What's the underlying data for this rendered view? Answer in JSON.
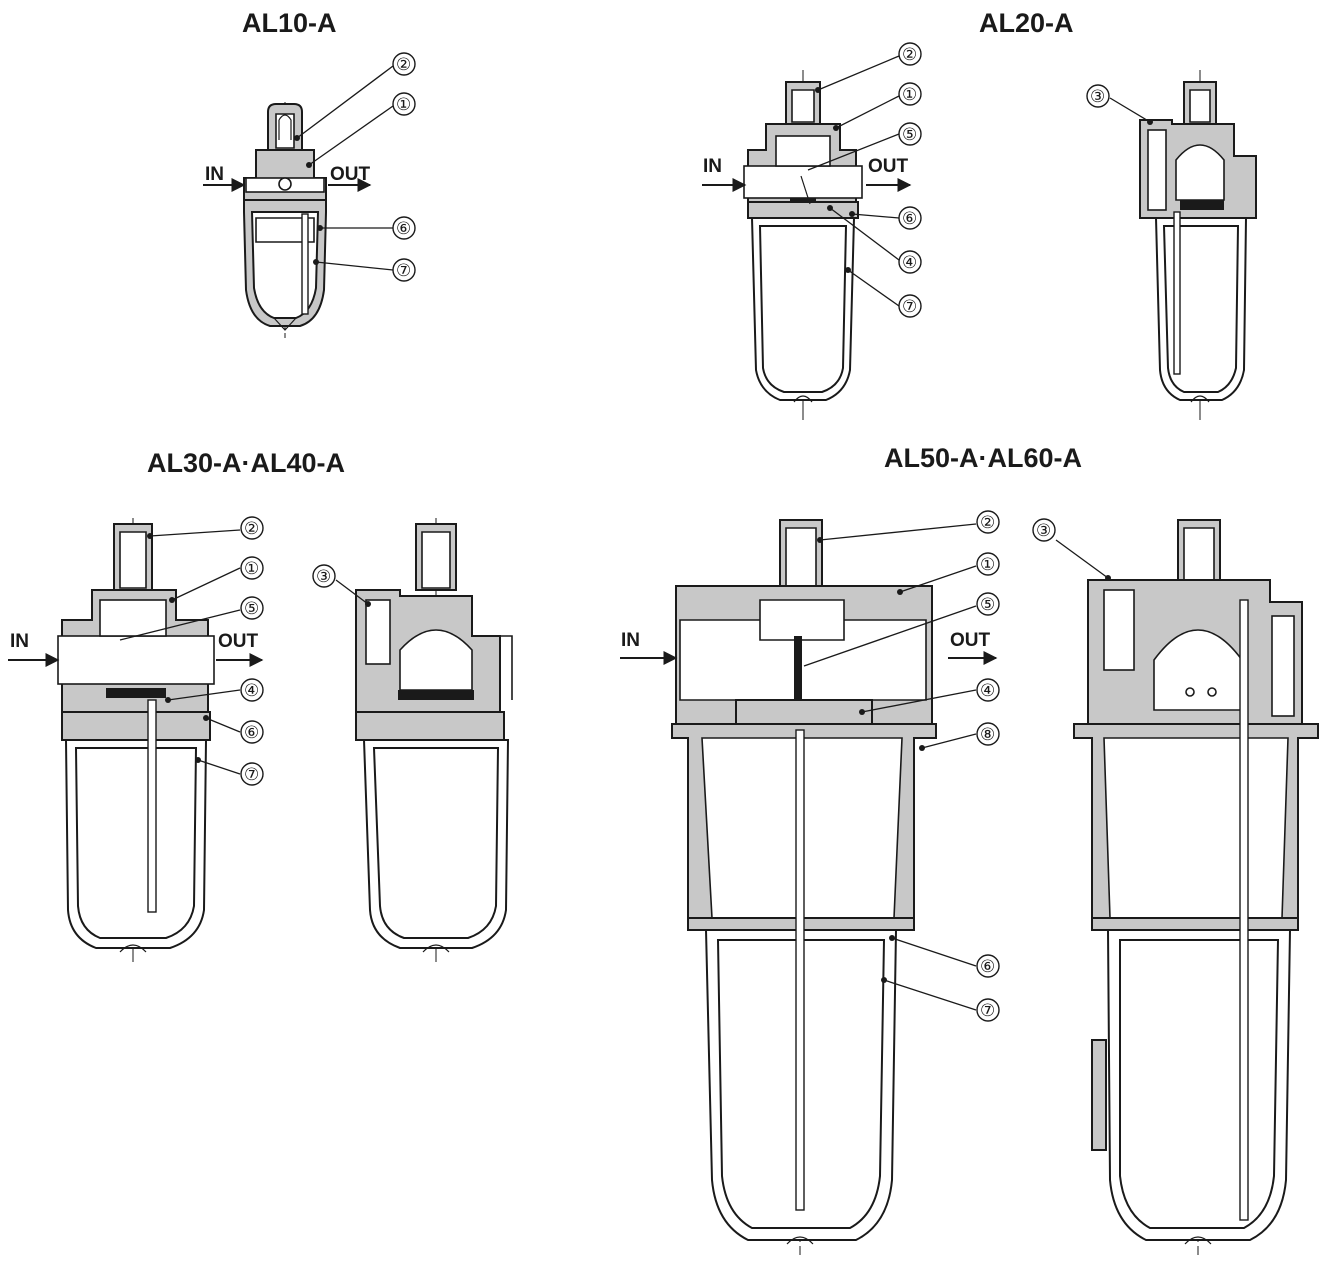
{
  "titles": {
    "al10": "AL10-A",
    "al20": "AL20-A",
    "al30": "AL30-A·AL40-A",
    "al50": "AL50-A·AL60-A"
  },
  "ports": {
    "in": "IN",
    "out": "OUT"
  },
  "callouts": {
    "c1": "①",
    "c2": "②",
    "c3": "③",
    "c4": "④",
    "c5": "⑤",
    "c6": "⑥",
    "c7": "⑦",
    "c8": "⑧"
  }
}
